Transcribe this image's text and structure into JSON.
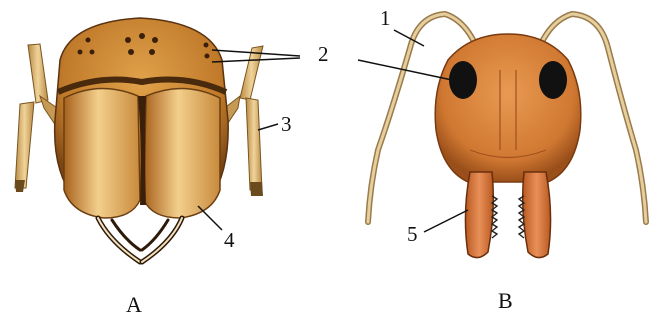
{
  "figure": {
    "panels": [
      {
        "caption": "A"
      },
      {
        "caption": "B"
      }
    ],
    "labels": [
      "1",
      "2",
      "3",
      "4",
      "5"
    ],
    "colors": {
      "body_orange": "#d9862f",
      "body_dark": "#8a4a14",
      "limb_tan": "#d8b070",
      "eye_black": "#111111"
    }
  }
}
